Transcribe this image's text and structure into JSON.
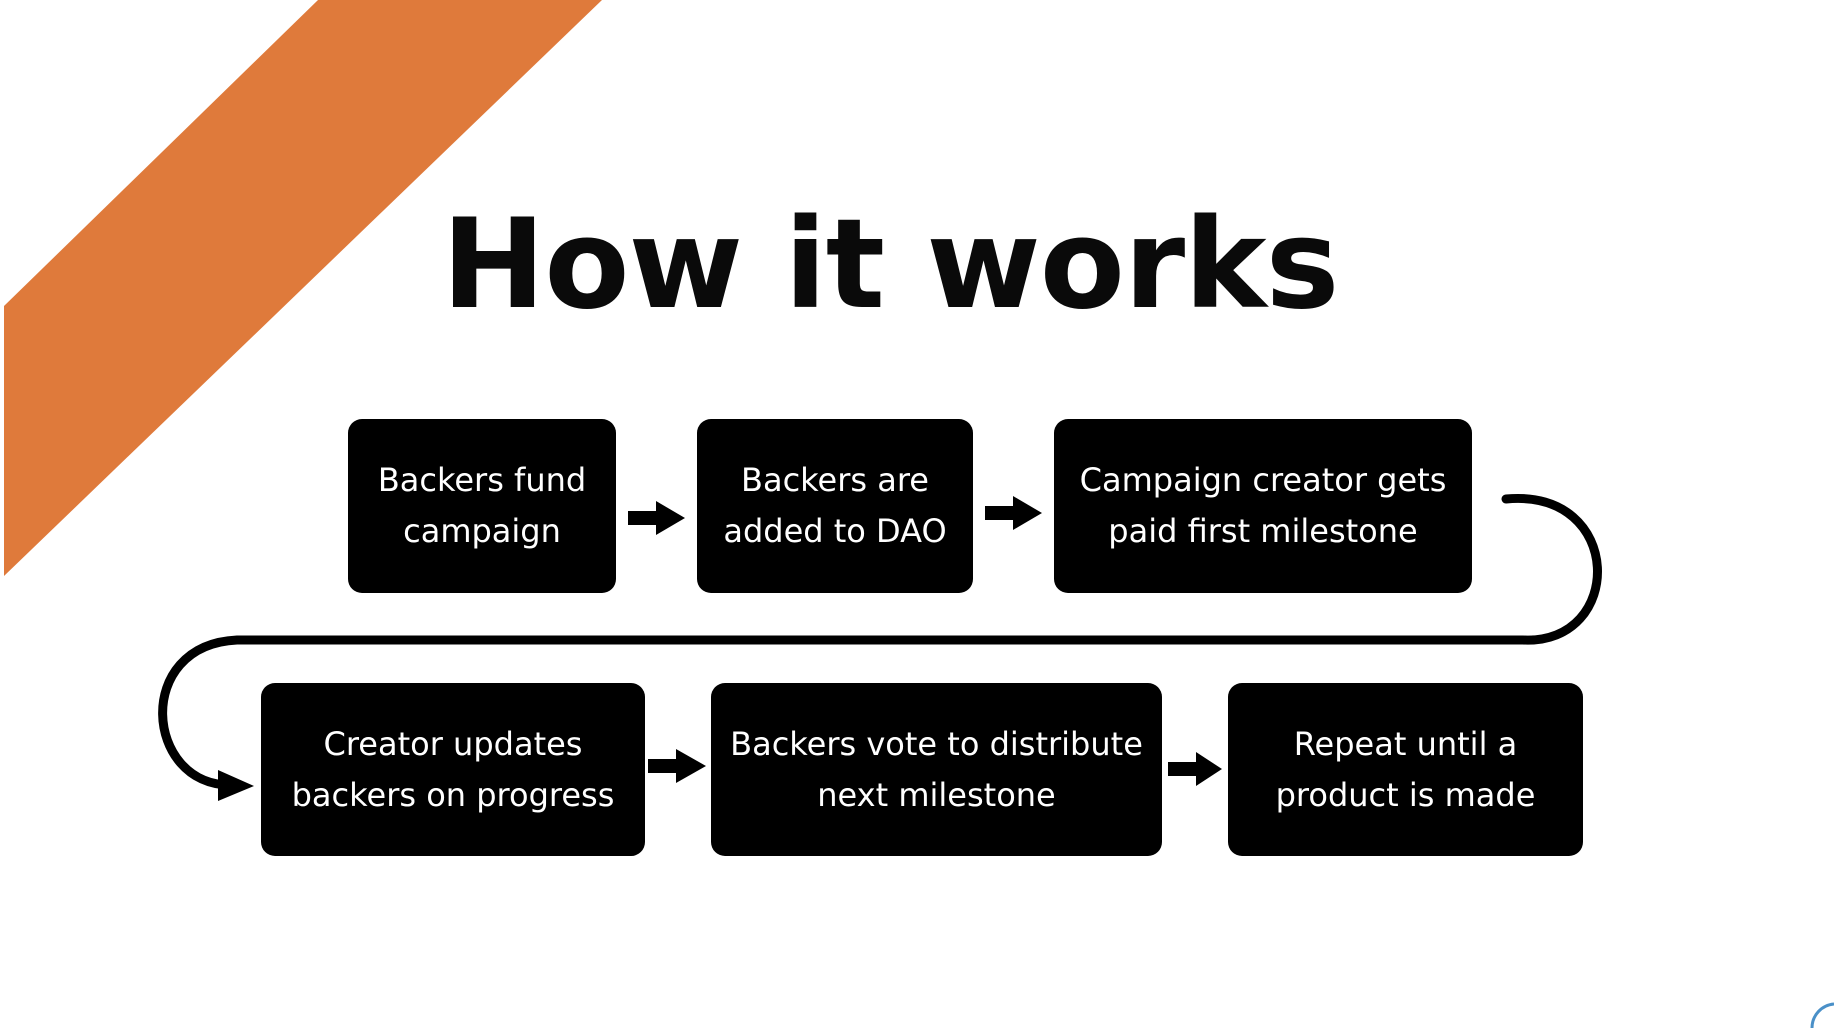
{
  "title": "How it works",
  "colors": {
    "accent": "#df7a3b",
    "box": "#000000",
    "box_text": "#ffffff",
    "connector": "#000000"
  },
  "steps": [
    {
      "text": "Backers fund\ncampaign"
    },
    {
      "text": "Backers are\nadded to DAO"
    },
    {
      "text": "Campaign creator gets\npaid first milestone"
    },
    {
      "text": "Creator updates\nbackers on progress"
    },
    {
      "text": "Backers vote to distribute\nnext milestone"
    },
    {
      "text": "Repeat until a\nproduct is made"
    }
  ]
}
